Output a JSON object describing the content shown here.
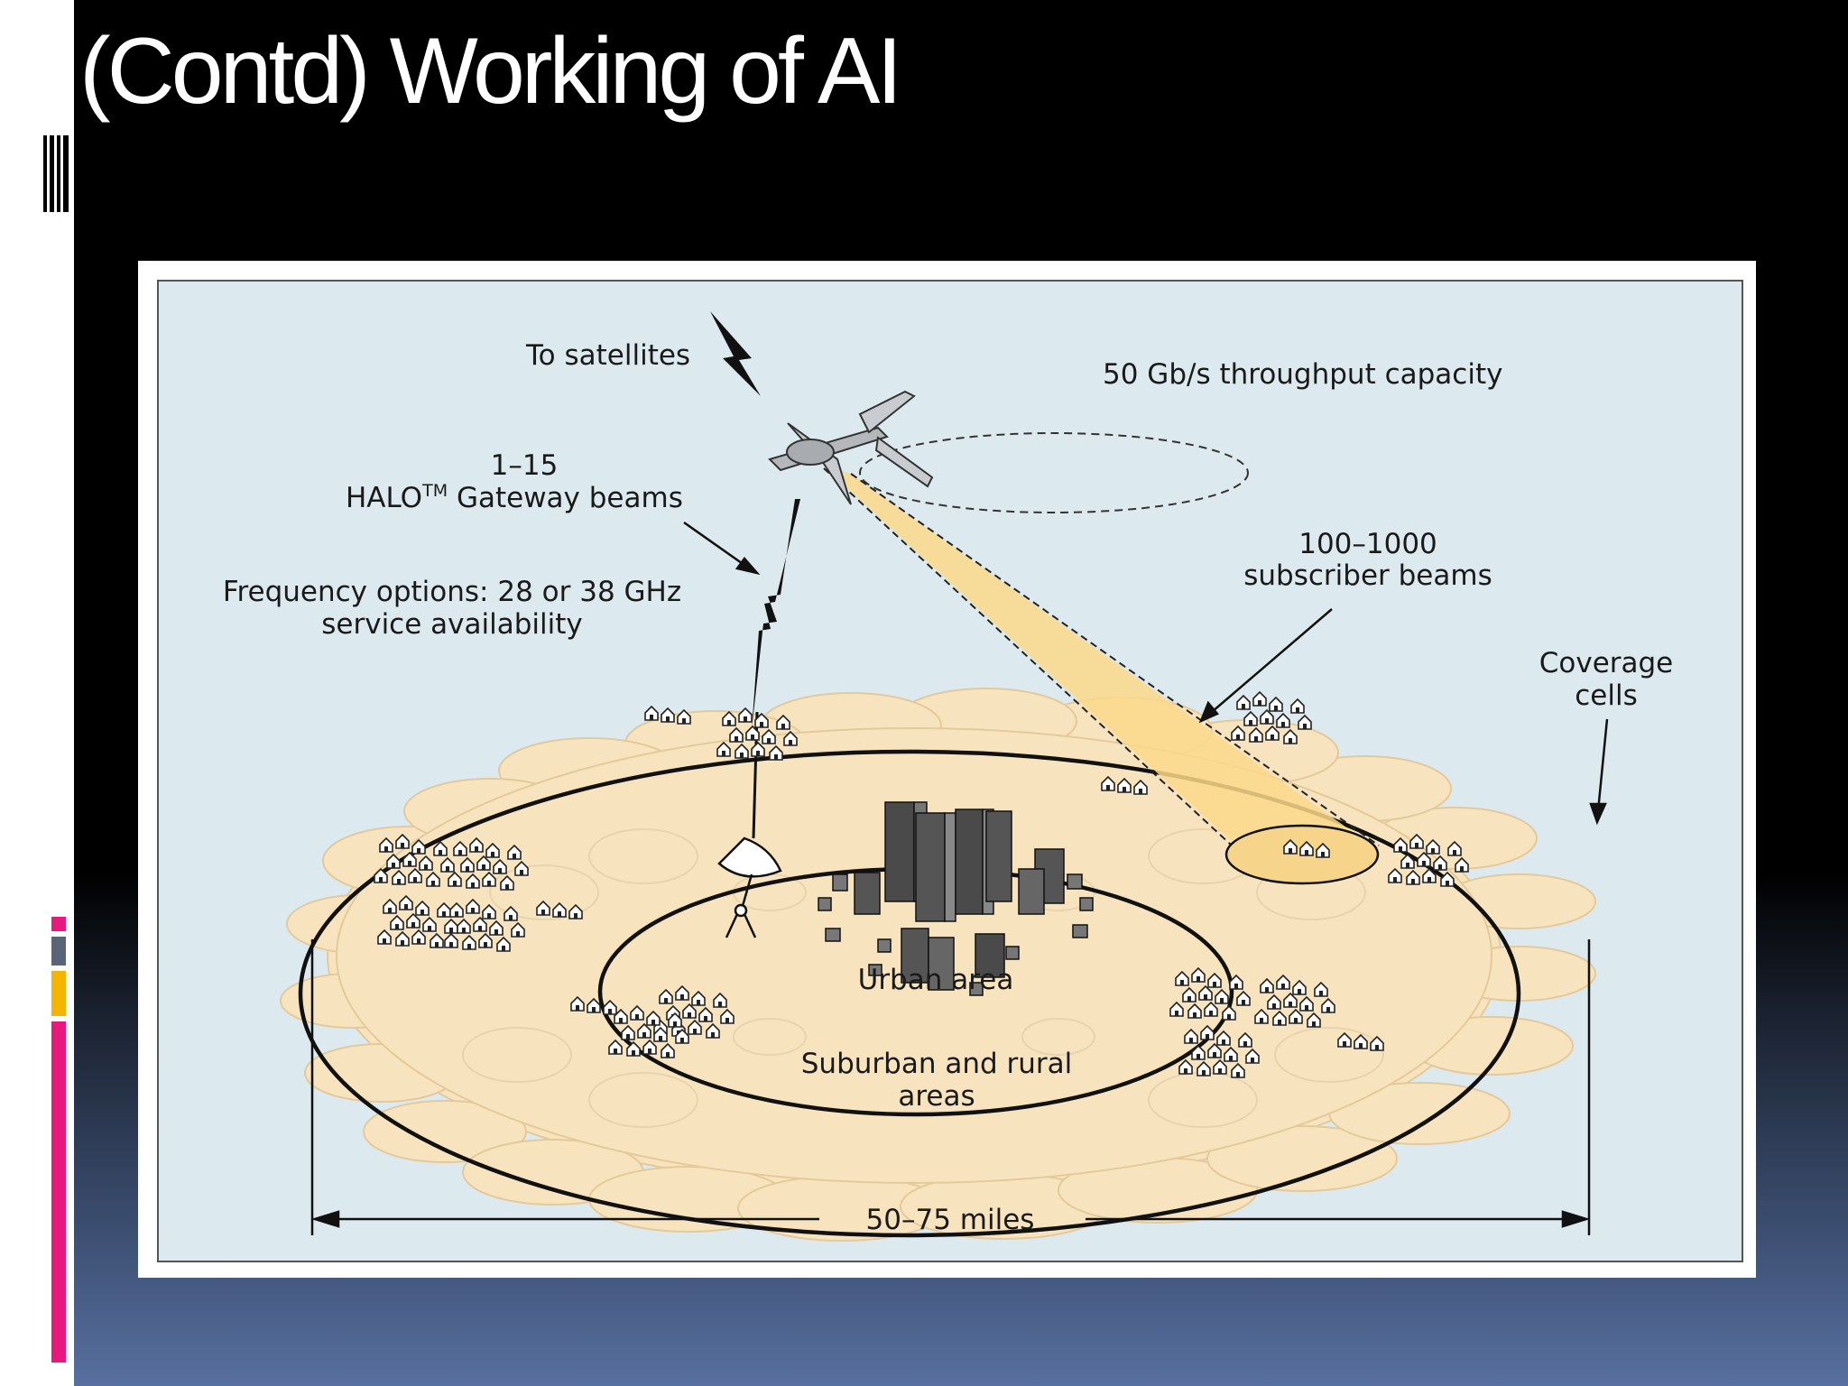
{
  "slide": {
    "title": "(Contd) Working of AI",
    "accent_colors": [
      "#e8197e",
      "#5a6478",
      "#f5b400",
      "#e8197e"
    ]
  },
  "diagram": {
    "to_satellites": "To satellites",
    "throughput": "50 Gb/s throughput capacity",
    "gateway_count": "1–15",
    "gateway_name": "HALO",
    "gateway_tm": "TM",
    "gateway_suffix": " Gateway beams",
    "frequency_line1": "Frequency options: 28 or 38 GHz",
    "frequency_line2": "service availability",
    "subscriber_count": "100–1000",
    "subscriber_beams": "subscriber beams",
    "coverage_line1": "Coverage",
    "coverage_line2": "cells",
    "urban_area": "Urban area",
    "suburban_line1": "Suburban and rural",
    "suburban_line2": "areas",
    "distance": "50–75 miles",
    "colors": {
      "background": "#dce9ef",
      "coverage_cells": "#f7e4bf",
      "beam": "#fbd98a",
      "ink": "#111111"
    }
  }
}
